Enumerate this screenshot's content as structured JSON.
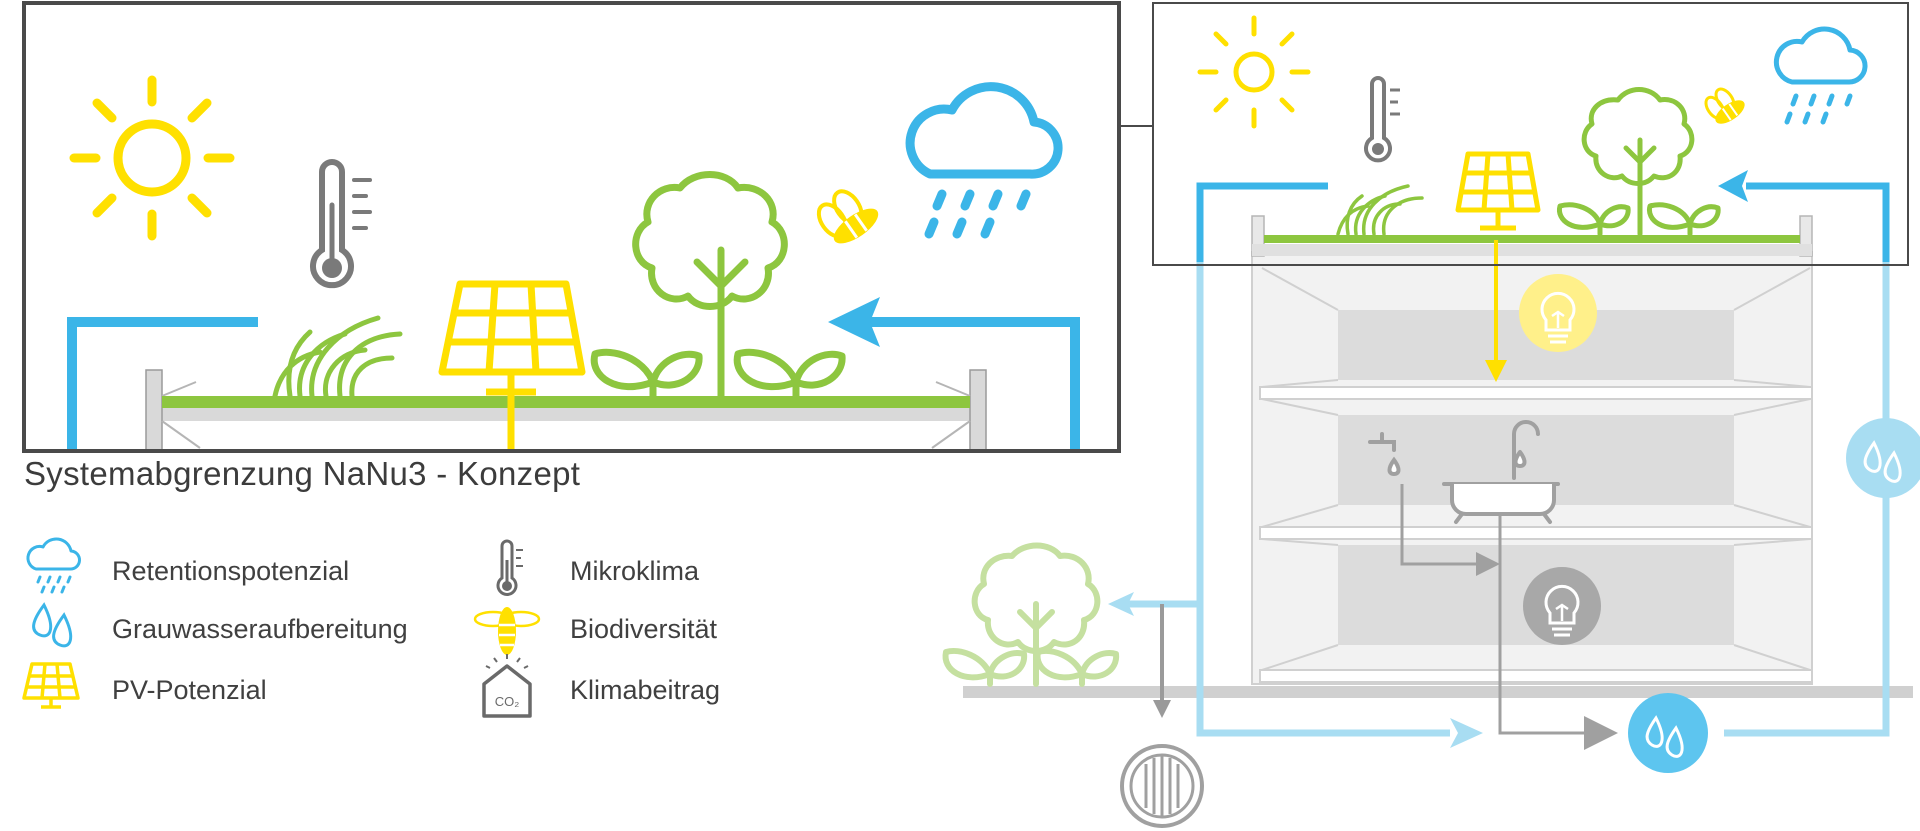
{
  "title": "Systemabgrenzung NaNu3 - Konzept",
  "colors": {
    "sun_yellow": "#FFE000",
    "rain_blue": "#3BB5E8",
    "light_blue": "#A8DDF2",
    "green": "#8DC63F",
    "light_green": "#C5E0A0",
    "grey": "#7A7A7A",
    "light_grey": "#D9D9D9",
    "frame": "#4A4A4A"
  },
  "legend": [
    {
      "icon": "rain-cloud-icon",
      "label": "Retentionspotenzial"
    },
    {
      "icon": "water-drops-icon",
      "label": "Grauwasseraufbereitung"
    },
    {
      "icon": "solar-panel-icon",
      "label": "PV-Potenzial"
    },
    {
      "icon": "thermometer-icon",
      "label": "Mikroklima"
    },
    {
      "icon": "bee-icon",
      "label": "Biodiversität"
    },
    {
      "icon": "co2-house-icon",
      "label": "Klimabeitrag"
    }
  ],
  "co2_label": "CO₂"
}
